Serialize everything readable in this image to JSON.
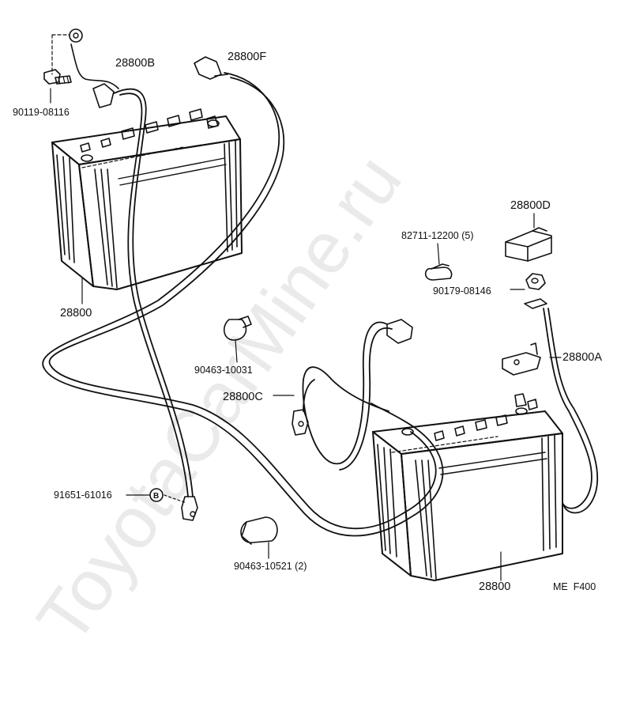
{
  "watermark": "ToyotaCarMine.ru",
  "diagram_code": "ME  F400",
  "labels": {
    "bolt_top": "90119-08116",
    "cable_b": "28800B",
    "cable_f": "28800F",
    "battery_top": "28800",
    "cable_d": "28800D",
    "clip_82711": "82711-12200 (5)",
    "nut": "90179-08146",
    "cable_a": "28800A",
    "clamp_10031": "90463-10031",
    "cable_c": "28800C",
    "b_mark_part": "91651-61016",
    "b_mark": "B",
    "clamp_10521": "90463-10521 (2)",
    "battery_bottom": "28800"
  }
}
